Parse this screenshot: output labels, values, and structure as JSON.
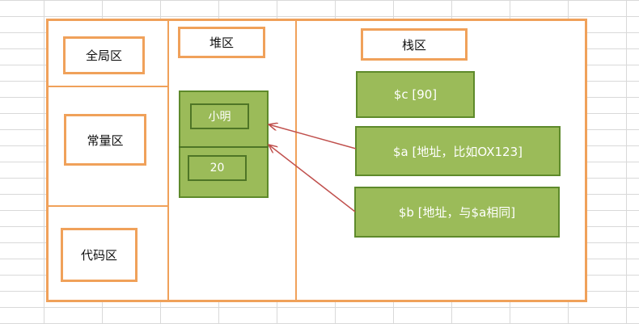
{
  "regions": {
    "global": "全局区",
    "constant": "常量区",
    "code": "代码区",
    "heap": "堆区",
    "stack": "栈区"
  },
  "heap_cells": {
    "name": "小明",
    "age": "20"
  },
  "stack_vars": {
    "c": "$c [90]",
    "a": "$a [地址，比如OX123]",
    "b": "$b [地址，与$a相同]"
  },
  "colors": {
    "frame": "#f0a15a",
    "box_fill": "#9bbb59",
    "box_border": "#5e8a2b",
    "arrow": "#c0504d"
  }
}
